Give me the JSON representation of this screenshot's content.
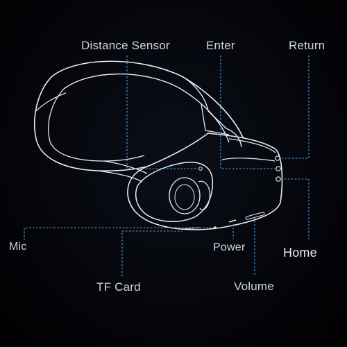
{
  "labels": {
    "distance_sensor": "Distance Sensor",
    "enter": "Enter",
    "return": "Return",
    "mic": "Mic",
    "power": "Power",
    "home": "Home",
    "tf_card": "TF Card",
    "volume": "Volume"
  },
  "colors": {
    "background": "#000000",
    "outline": "#e8edf2",
    "leader_line": "#5aa7e6",
    "label_text": "#cfd6de"
  }
}
